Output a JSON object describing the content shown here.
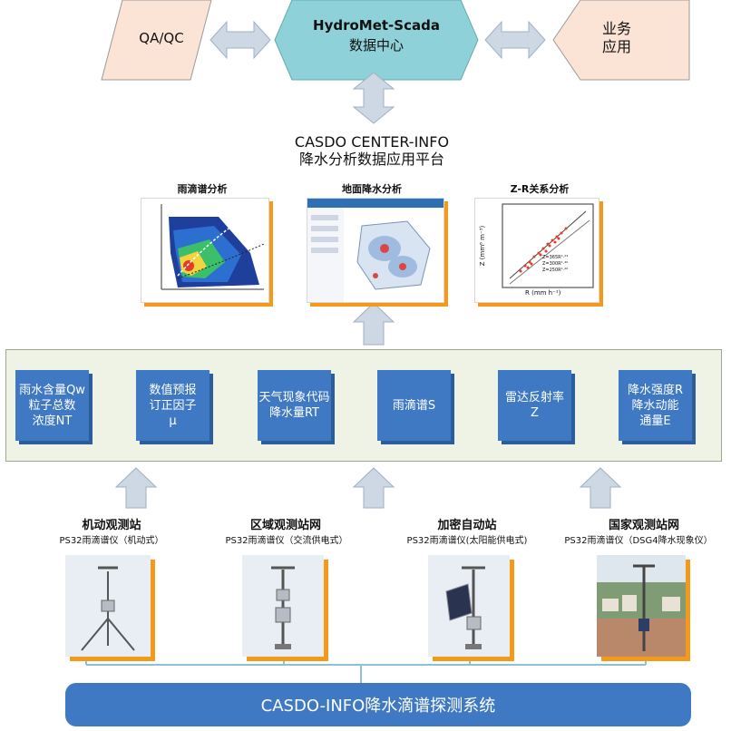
{
  "top": {
    "qaqc": "QA/QC",
    "center_line1": "HydroMet-Scada",
    "center_line2": "数据中心",
    "business": "业务\n应用"
  },
  "platform": {
    "title": "CASDO CENTER-INFO\n降水分析数据应用平台"
  },
  "panels": [
    {
      "label": "雨滴谱分析"
    },
    {
      "label": "地面降水分析"
    },
    {
      "label": "Z-R关系分析"
    }
  ],
  "zr_chart": {
    "xlabel": "R (mm h⁻¹)",
    "ylabel": "Z (mm⁶ m⁻³)",
    "legend": [
      "Z=365R¹·²⁴",
      "Z=300R¹·⁴⁰",
      "Z=250R¹·²⁰"
    ]
  },
  "params": [
    {
      "text": "雨水含量Qw\n粒子总数\n浓度NT"
    },
    {
      "text": "数值预报\n订正因子\nμ"
    },
    {
      "text": "天气现象代码\n降水量RT"
    },
    {
      "text": "雨滴谱S"
    },
    {
      "text": "雷达反射率\nZ"
    },
    {
      "text": "降水强度R\n降水动能\n通量E"
    }
  ],
  "stations": [
    {
      "title": "机动观测站",
      "sub": "PS32雨滴谱仪（机动式）"
    },
    {
      "title": "区域观测站网",
      "sub": "PS32雨滴谱仪（交流供电式）"
    },
    {
      "title": "加密自动站",
      "sub": "PS32雨滴谱仪(太阳能供电式)"
    },
    {
      "title": "国家观测站网",
      "sub": "PS32雨滴谱仪（DSG4降水现象仪）"
    }
  ],
  "system": {
    "title": "CASDO-INFO降水滴谱探测系统"
  },
  "colors": {
    "accent_blue": "#3f79c4",
    "orange_shadow": "#f39a1a",
    "arrow_gray": "#cdd8e4"
  }
}
